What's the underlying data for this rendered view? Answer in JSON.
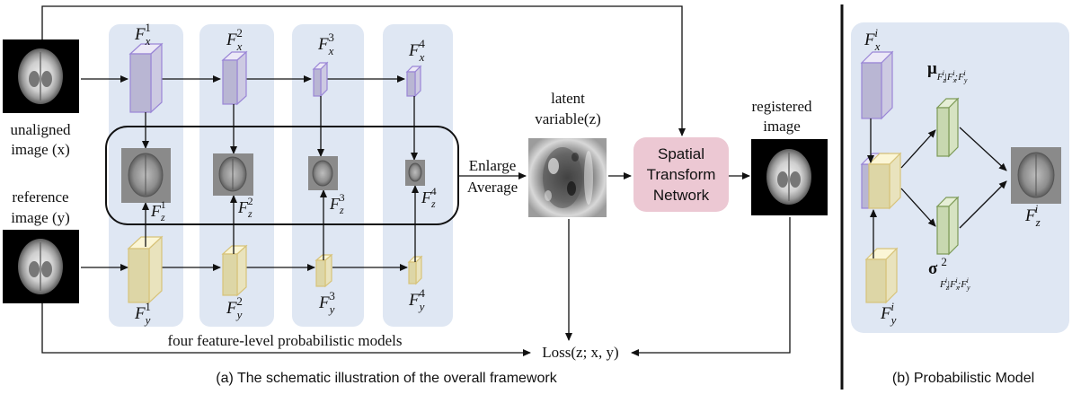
{
  "colors": {
    "panel": "#dfe7f3",
    "purple_face": "#b9b6d3",
    "purple_top": "#ece9f7",
    "purple_edge": "#9a86d6",
    "yellow_face": "#ddd6a6",
    "yellow_top": "#fbf6d6",
    "yellow_edge": "#d7c37a",
    "green_face": "#c8d8b0",
    "green_top": "#e6efd6",
    "green_edge": "#7c9a57",
    "stn": "#ecc8d3"
  },
  "inputs": {
    "unaligned": [
      "unaligned",
      "image (x)"
    ],
    "reference": [
      "reference",
      "image (y)"
    ]
  },
  "panel_a": {
    "fx": [
      "F",
      "x",
      "1",
      "2",
      "3",
      "4"
    ],
    "fy": [
      "F",
      "y",
      "1",
      "2",
      "3",
      "4"
    ],
    "fz": [
      "F",
      "z",
      "1",
      "2",
      "3",
      "4"
    ],
    "enlarge": "Enlarge",
    "average": "Average",
    "latent": [
      "latent",
      "variable(z)"
    ],
    "stn": [
      "Spatial",
      "Transform",
      "Network"
    ],
    "registered": [
      "registered",
      "image"
    ],
    "models_caption": "four feature-level probabilistic models",
    "loss": "Loss(z; x, y)",
    "caption": "(a) The schematic illustration of the overall framework"
  },
  "panel_b": {
    "fx": [
      "F",
      "x",
      "i"
    ],
    "fy": [
      "F",
      "y",
      "i"
    ],
    "fz": [
      "F",
      "z",
      "i"
    ],
    "mu": "μ",
    "sigma": "σ",
    "sigma_sup": "2",
    "cond_sub": [
      "F",
      "z",
      "i",
      "|F",
      "x",
      "i",
      ";F",
      "y",
      "i"
    ],
    "caption": "(b) Probabilistic Model"
  }
}
